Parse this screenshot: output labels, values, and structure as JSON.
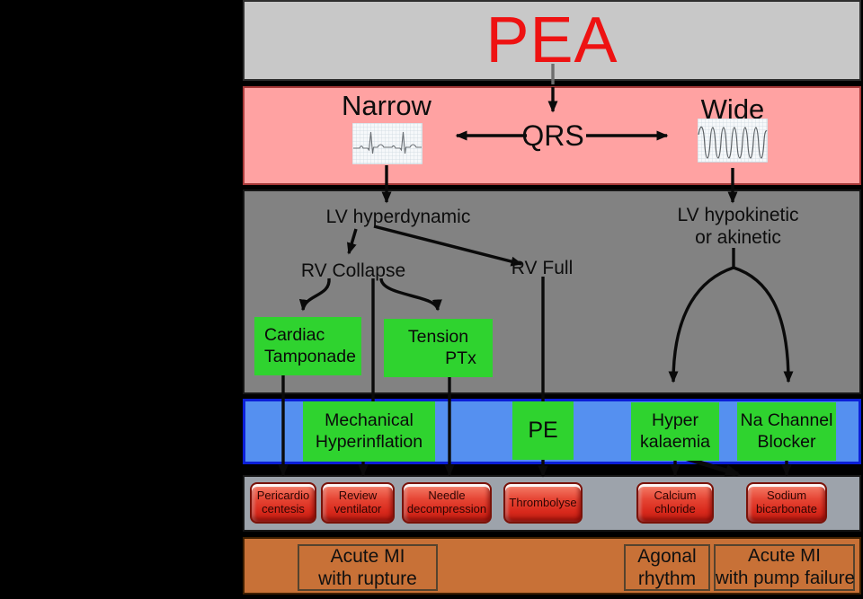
{
  "title": {
    "text": "PEA"
  },
  "qrs_band": {
    "narrow": "Narrow",
    "qrs": "QRS",
    "wide": "Wide"
  },
  "echo_band": {
    "lv_hyperdynamic": "LV hyperdynamic",
    "rv_collapse": "RV Collapse",
    "rv_full": "RV Full",
    "lv_hypokinetic": [
      "LV hypokinetic",
      "or akinetic"
    ]
  },
  "diagnoses": {
    "cardiac_tamponade": [
      "Cardiac",
      "Tamponade"
    ],
    "tension_ptx": [
      "Tension",
      "PTx"
    ],
    "mechanical_hyperinflation": [
      "Mechanical",
      "Hyperinflation"
    ],
    "pe": [
      "PE"
    ],
    "hyperkalaemia": [
      "Hyper",
      "kalaemia"
    ],
    "na_channel_blocker": [
      "Na Channel",
      "Blocker"
    ]
  },
  "treatments": [
    [
      "Pericardio",
      "centesis"
    ],
    [
      "Review",
      "ventilator"
    ],
    [
      "Needle",
      "decompression"
    ],
    [
      "Thrombolyse"
    ],
    [
      "Calcium",
      "chloride"
    ],
    [
      "Sodium",
      "bicarbonate"
    ]
  ],
  "outcomes": [
    [
      "Acute MI",
      "with rupture"
    ],
    [
      "Agonal",
      "rhythm"
    ],
    [
      "Acute MI",
      "with pump failure"
    ]
  ],
  "icons": {
    "narrow_ecg": "narrow-qrs-ecg-strip",
    "wide_ecg": "wide-qrs-ecg-strip"
  },
  "colors": {
    "pea_red": "#ee1212",
    "band_top_gray": "#c8c8c8",
    "band_pink": "#ffa2a2",
    "pink_border": "#a93a3a",
    "band_echo_gray": "#828282",
    "band_blue": "#5590f0",
    "blue_border": "#0b1fd8",
    "band_silver": "#9da3ab",
    "band_orange": "#c87137",
    "node_green": "#2fd32f",
    "button_red": "#e63c2c",
    "connector_black": "#0a0a0a"
  }
}
